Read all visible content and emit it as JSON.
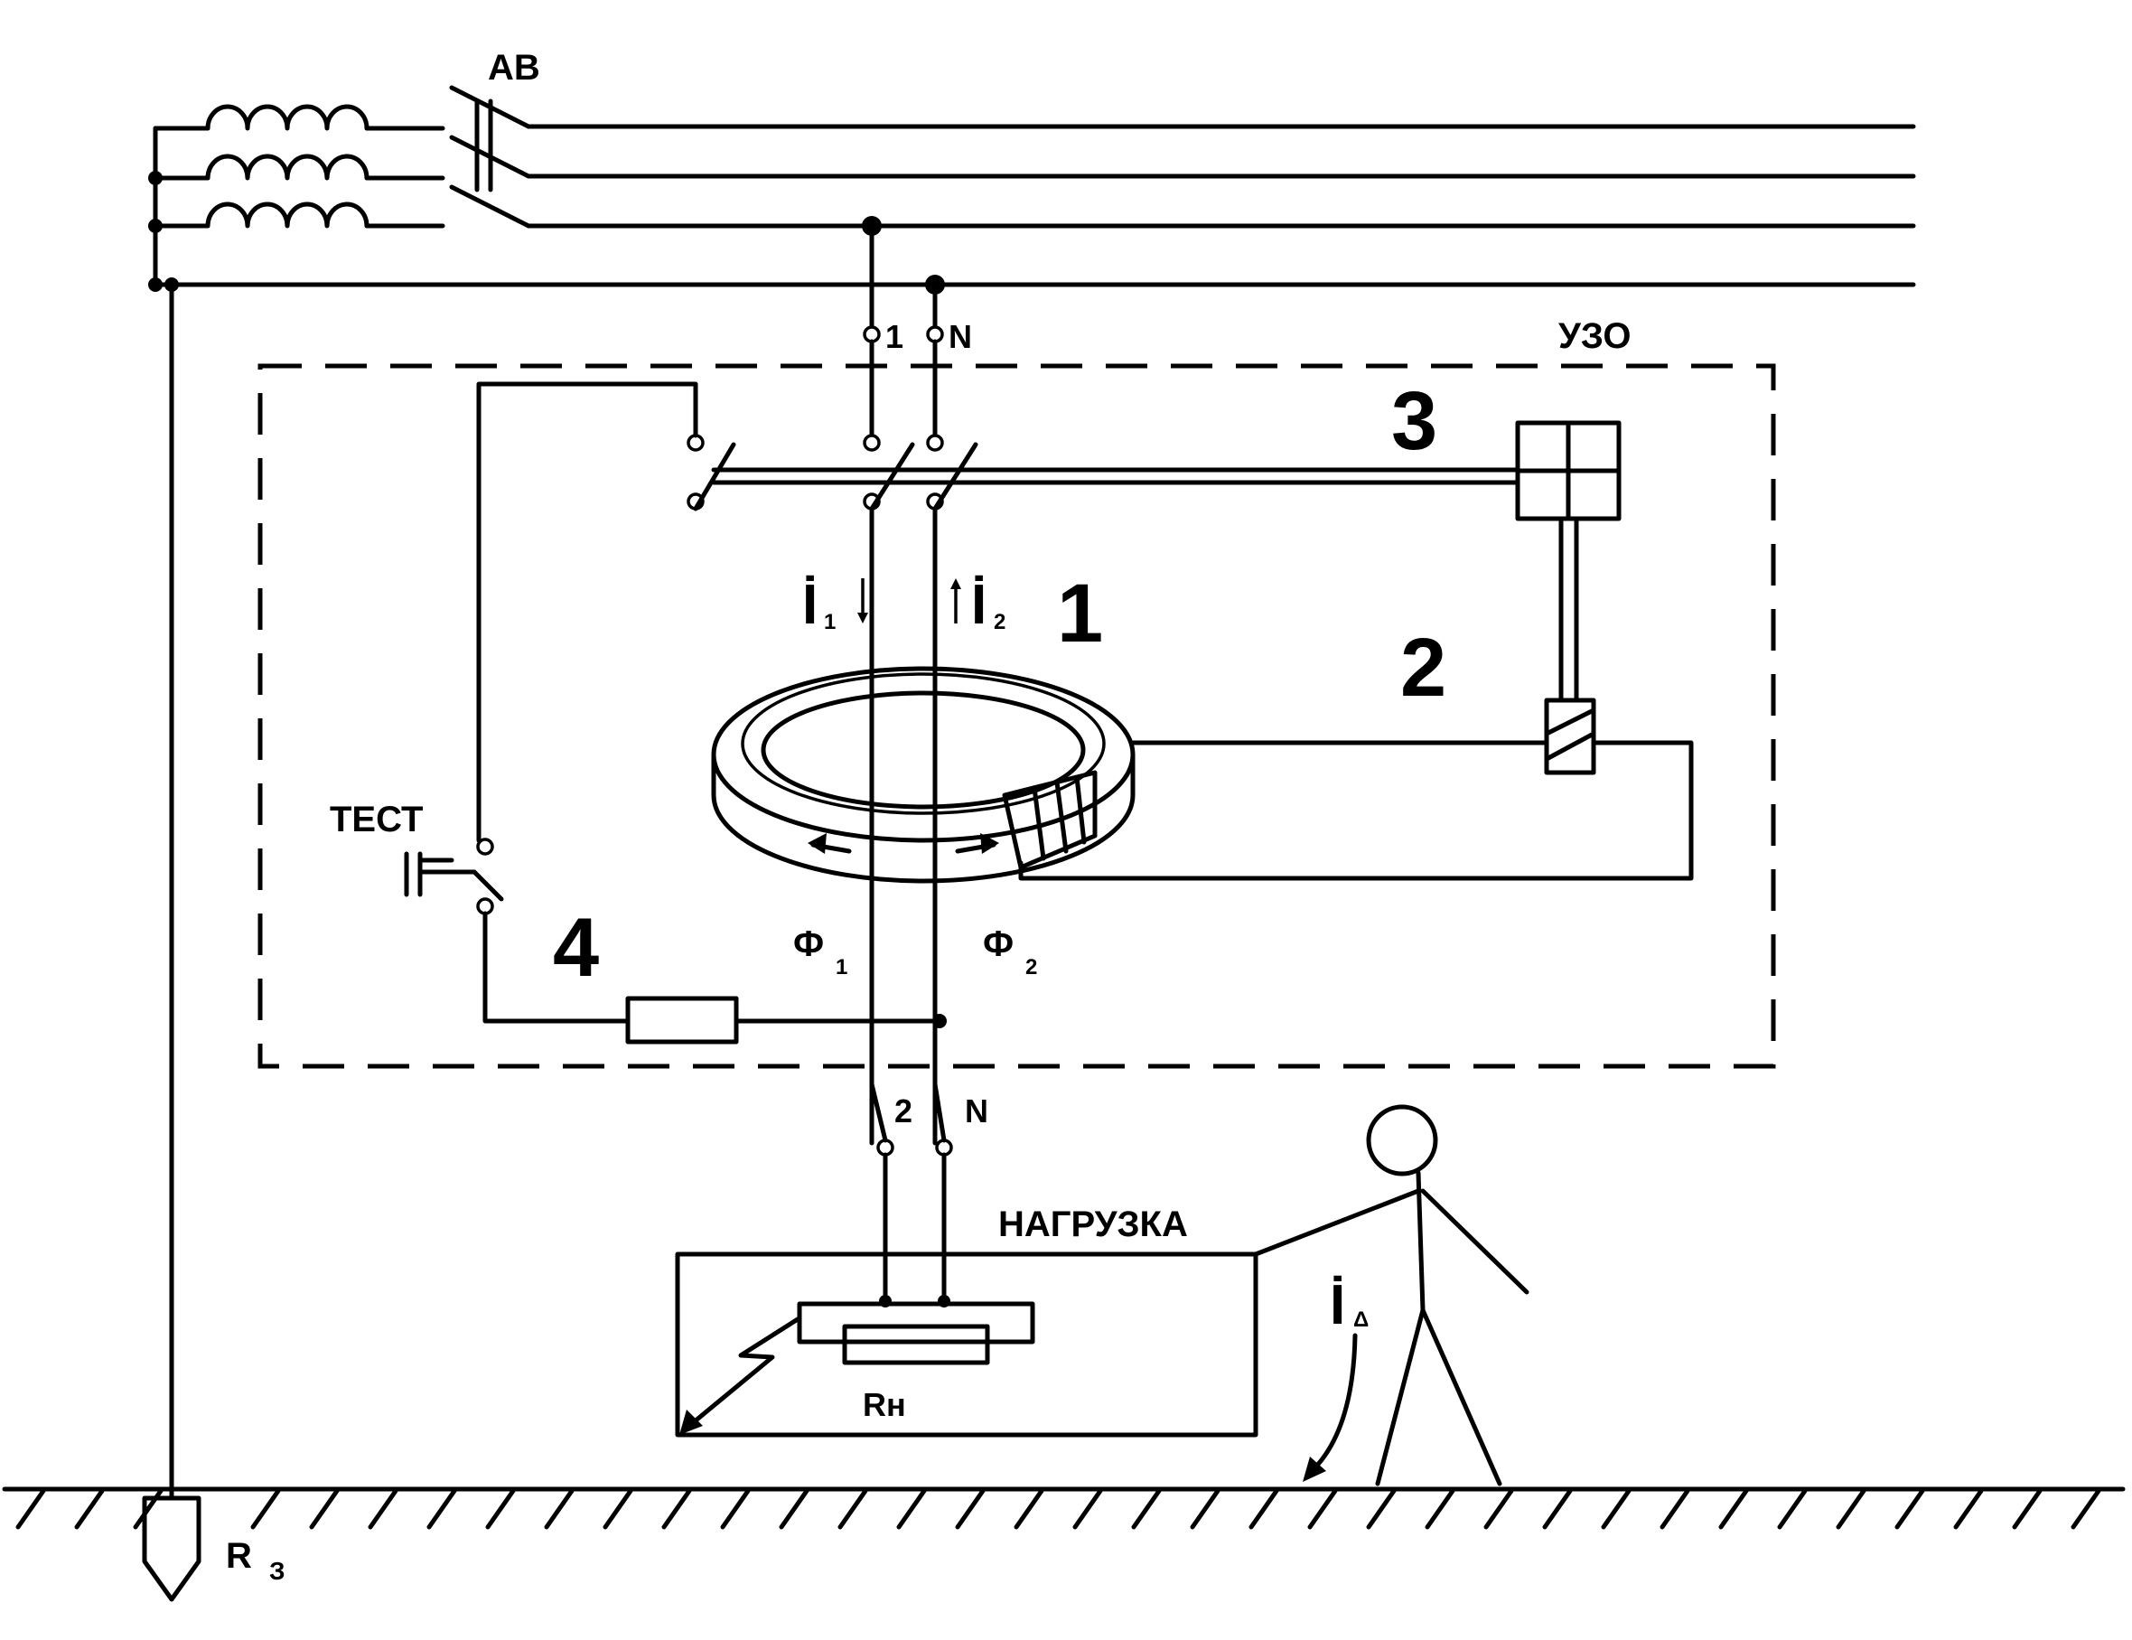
{
  "labels": {
    "breaker": "АВ",
    "rcd": "УЗО",
    "test": "ТЕСТ",
    "load": "НАГРУЗКА",
    "in_phase": "1",
    "in_neutral": "N",
    "out_phase": "2",
    "out_neutral": "N",
    "load_resistance": "Rн",
    "ground_resistance": "R",
    "ground_resistance_sub": "З"
  },
  "numbers": {
    "transformer": "1",
    "relay": "2",
    "mechanism": "3",
    "test_circuit": "4"
  },
  "currents": {
    "i1_main": "İ",
    "i1_sub": "1",
    "i2_main": "İ",
    "i2_sub": "2",
    "leak_main": "İ",
    "leak_sub": "Δ"
  },
  "fluxes": {
    "f1_main": "Ф",
    "f1_sub": "1",
    "f2_main": "Ф",
    "f2_sub": "2"
  }
}
